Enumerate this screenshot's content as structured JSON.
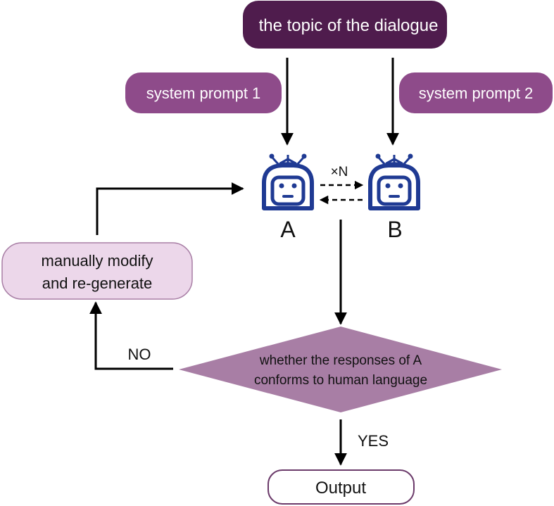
{
  "nodes": {
    "topic": "the topic of the dialogue",
    "system_prompt_1": "system prompt 1",
    "system_prompt_2": "system prompt 2",
    "agent_a": "A",
    "agent_b": "B",
    "repeat": "×N",
    "modify_line1": "manually modify",
    "modify_line2": "and re-generate",
    "decision_line1": "whether the responses of A",
    "decision_line2": "conforms to human language",
    "output": "Output"
  },
  "edges": {
    "no_label": "NO",
    "yes_label": "YES"
  },
  "colors": {
    "topic_fill": "#4f1c4d",
    "prompt_fill": "#8e4b8a",
    "modify_fill": "#ecd7ea",
    "decision_fill": "#a87ea5",
    "output_border": "#6b3a6a",
    "robot": "#1f3a93",
    "arrow": "#000000",
    "node_text_light": "#ffffff",
    "node_text_dark": "#111111"
  },
  "icons": {
    "agent_a": "robot-icon",
    "agent_b": "robot-icon"
  }
}
